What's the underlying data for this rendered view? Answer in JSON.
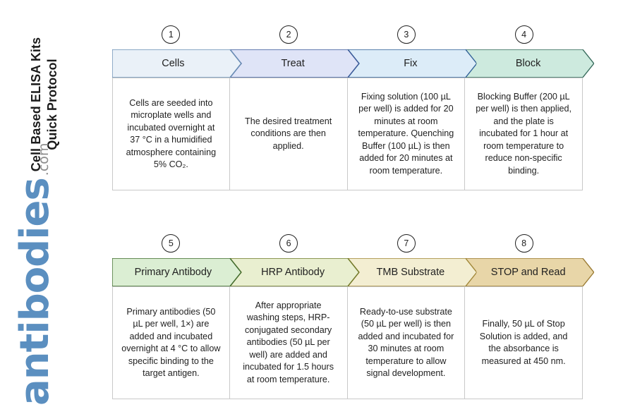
{
  "title": {
    "line1": "Cell Based ELISA Kits",
    "line2": "Quick Protocol"
  },
  "watermark": {
    "brand": "antibodies",
    "tld": ".com",
    "brand_color": "#5b8fc0",
    "tld_color": "#8d8d8d"
  },
  "rows": [
    {
      "name": "row-1",
      "steps": [
        {
          "number": "1",
          "label": "Cells",
          "fill": "#eaf1f8",
          "stroke": "#6b8fb5",
          "text": "Cells are seeded into microplate wells and incubated overnight at 37 °C in a humidified atmosphere containing 5% CO₂."
        },
        {
          "number": "2",
          "label": "Treat",
          "fill": "#dfe4f7",
          "stroke": "#3c5a99",
          "text": "The desired treatment conditions are then applied."
        },
        {
          "number": "3",
          "label": "Fix",
          "fill": "#dcecf8",
          "stroke": "#2f5f96",
          "text": "Fixing solution (100 µL per well) is added for 20 minutes at room temperature. Quenching Buffer (100 µL) is then added for 20 minutes at room temperature."
        },
        {
          "number": "4",
          "label": "Block",
          "fill": "#cdeade",
          "stroke": "#35695a",
          "text": "Blocking Buffer (200 µL per well) is then applied, and the plate is incubated for 1 hour at room temperature to reduce non-specific binding."
        }
      ]
    },
    {
      "name": "row-2",
      "steps": [
        {
          "number": "5",
          "label": "Primary Antibody",
          "fill": "#dbeed3",
          "stroke": "#3f6b2e",
          "text": "Primary antibodies (50 µL per well, 1×) are added and incubated overnight at 4 °C to allow specific binding to the target antigen."
        },
        {
          "number": "6",
          "label": "HRP Antibody",
          "fill": "#e9efd0",
          "stroke": "#6f7a2a",
          "text": "After appropriate washing steps, HRP-conjugated secondary antibodies (50 µL per well) are added and incubated for 1.5 hours at room temperature."
        },
        {
          "number": "7",
          "label": "TMB Substrate",
          "fill": "#f3eed2",
          "stroke": "#a08637",
          "text": "Ready-to-use substrate (50 µL per well) is then added and incubated for 30 minutes at room temperature to allow signal development."
        },
        {
          "number": "8",
          "label": "STOP and Read",
          "fill": "#e8d6a8",
          "stroke": "#9b7b33",
          "text": "Finally, 50 µL of Stop Solution is added, and the absorbance is measured at 450 nm."
        }
      ]
    }
  ]
}
